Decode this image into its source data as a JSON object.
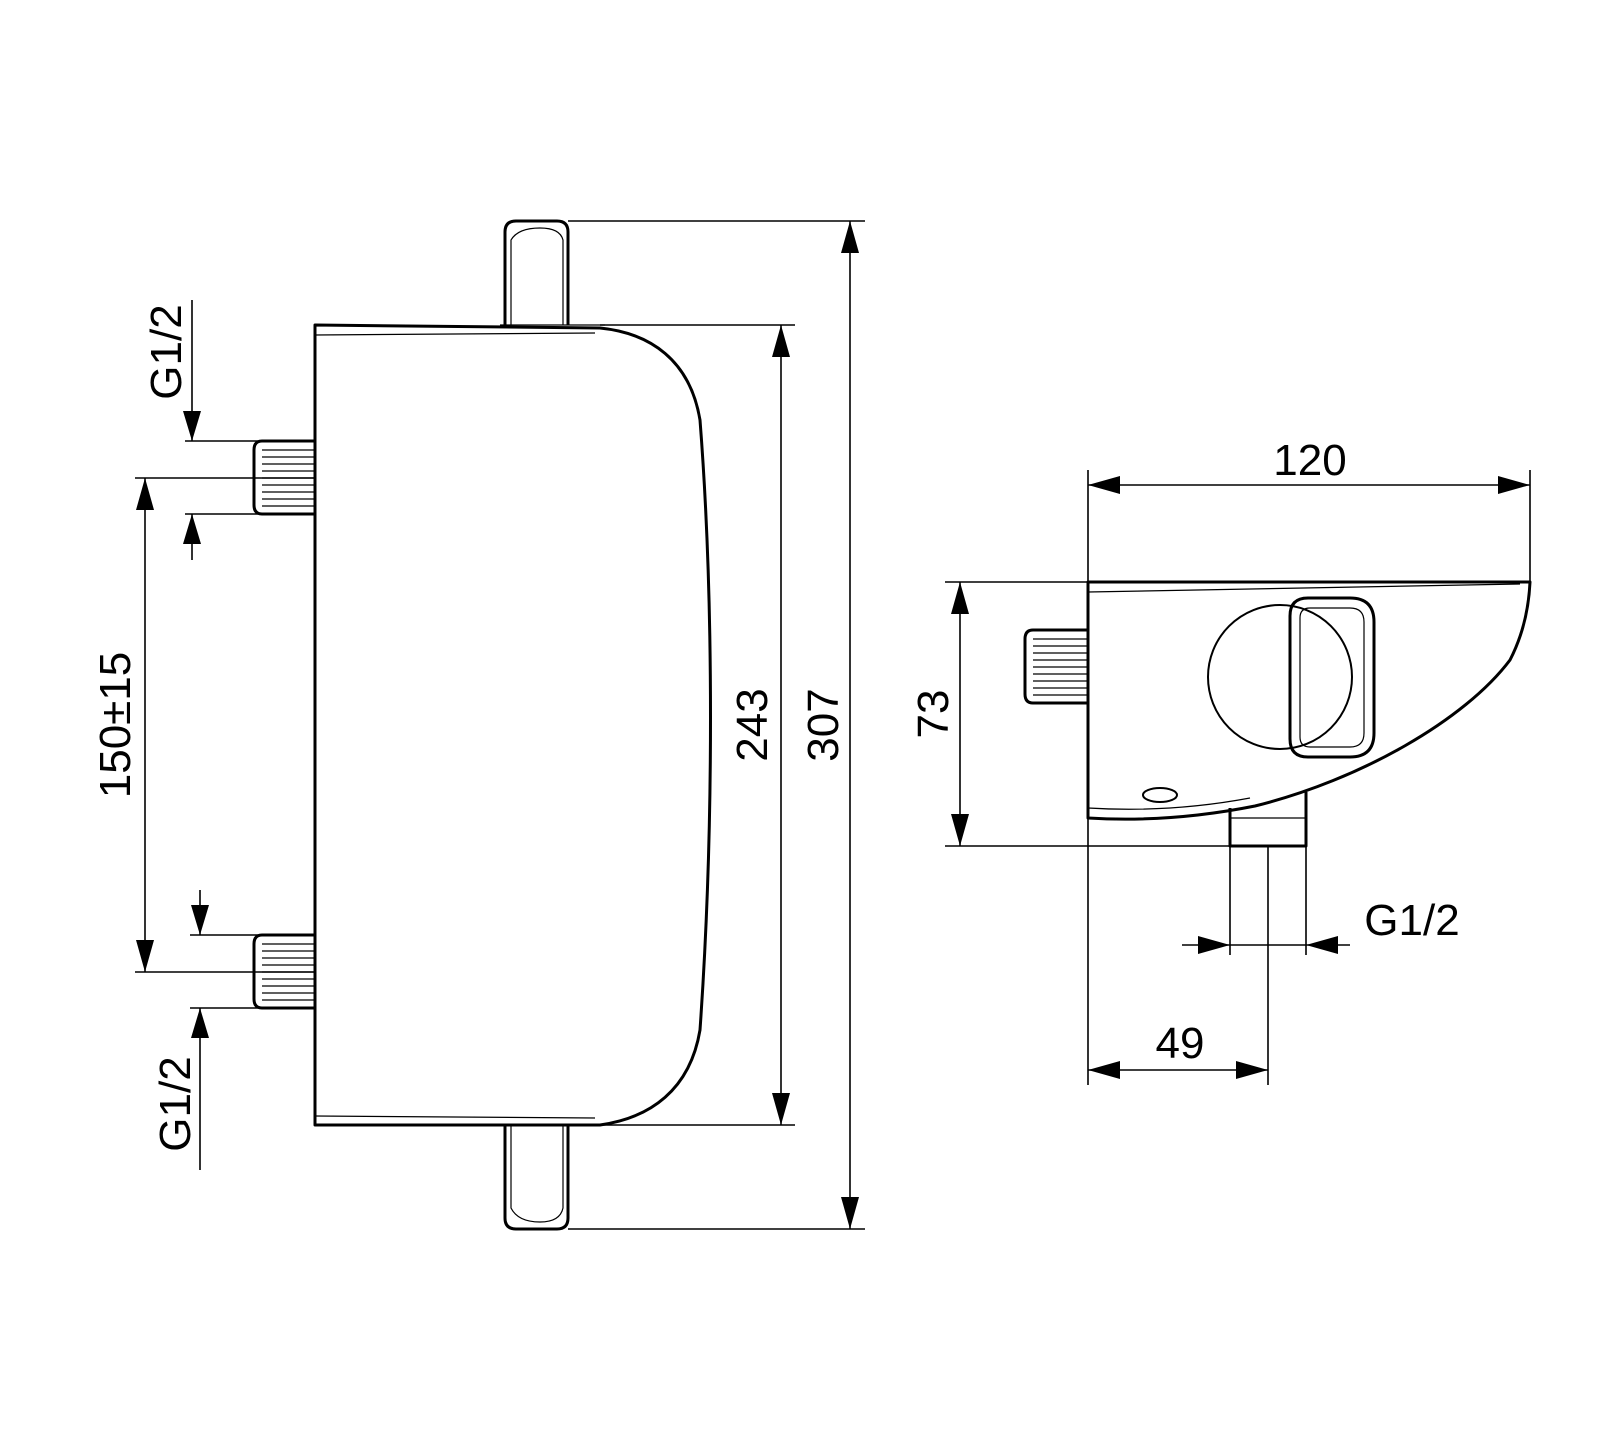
{
  "front_view": {
    "dim_total_height": "307",
    "dim_body_height": "243",
    "dim_inlet_spacing": "150±15",
    "dim_inlet_top_thread": "G1/2",
    "dim_inlet_bottom_thread": "G1/2"
  },
  "side_view": {
    "dim_depth": "120",
    "dim_height": "73",
    "dim_outlet_offset": "49",
    "dim_outlet_thread": "G1/2"
  }
}
